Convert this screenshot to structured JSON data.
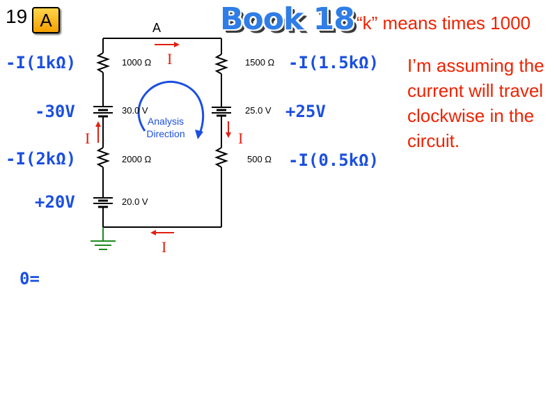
{
  "slide": {
    "number": "19",
    "badge": "A"
  },
  "header": {
    "title": "Book 18",
    "k_note": "“k” means times 1000"
  },
  "note": "I’m assuming the current will travel clockwise in the circuit.",
  "circuit": {
    "node_label": "A",
    "current_label": "I",
    "analysis_label": [
      "Analysis",
      "Direction"
    ],
    "components": {
      "r_top_left": "1000 Ω",
      "r_top_right": "1500 Ω",
      "b_left_top": "30.0 V",
      "b_right": "25.0 V",
      "r_bottom_left": "2000 Ω",
      "r_bottom_right": "500 Ω",
      "b_left_bottom": "20.0 V"
    }
  },
  "equation_terms": {
    "r1": "-I(1kΩ)",
    "v30": "-30V",
    "r2": "-I(2kΩ)",
    "v20": "+20V",
    "r15": "-I(1.5kΩ)",
    "v25": "+25V",
    "r05": "-I(0.5kΩ)",
    "sum": "0="
  },
  "colors": {
    "red": "#ee2200",
    "blue": "#1b4fe0",
    "book_blue": "#2f7de6",
    "ground": "#1e8a1e"
  }
}
